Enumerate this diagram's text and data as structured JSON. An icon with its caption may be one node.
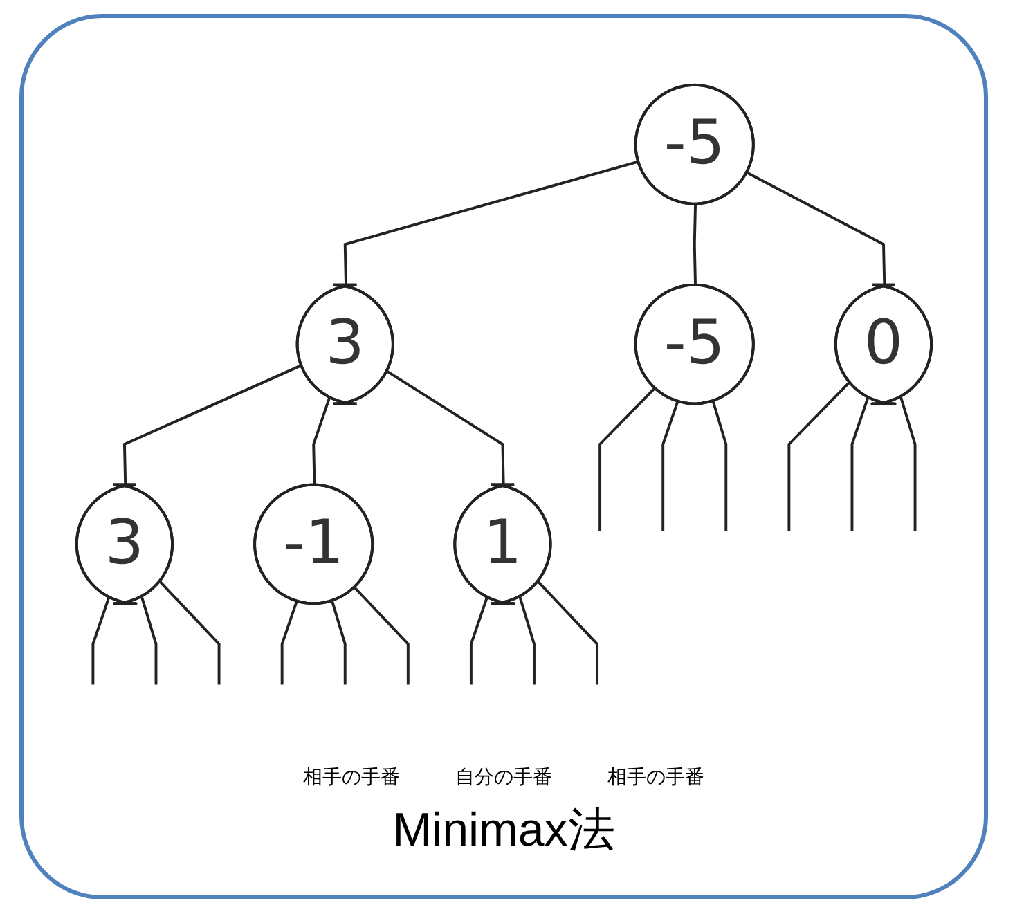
{
  "diagram": {
    "caption": "Minimax法",
    "nodes": [
      {
        "text": [
          "-5"
        ]
      },
      {
        "text": [
          "3"
        ]
      },
      {
        "text": [
          "-5"
        ]
      },
      {
        "text": [
          "0"
        ]
      },
      {
        "text": [
          "3"
        ]
      },
      {
        "text": [
          "-1"
        ]
      },
      {
        "text": [
          "1"
        ]
      }
    ],
    "edges": [
      {
        "from": 0,
        "to": 1,
        "arrow": "none"
      },
      {
        "from": 0,
        "to": 2,
        "arrow": "none"
      },
      {
        "from": 0,
        "to": 3,
        "arrow": "none"
      },
      {
        "from": 1,
        "to": 4,
        "arrow": "none"
      },
      {
        "from": 1,
        "to": 5,
        "arrow": "none"
      },
      {
        "from": 1,
        "to": 6,
        "arrow": "none"
      },
      {
        "from": 2,
        "to": null,
        "arrow": "none"
      },
      {
        "from": 2,
        "to": null,
        "arrow": "none"
      },
      {
        "from": 2,
        "to": null,
        "arrow": "none"
      },
      {
        "from": 3,
        "to": null,
        "arrow": "none"
      },
      {
        "from": 3,
        "to": null,
        "arrow": "none"
      },
      {
        "from": 3,
        "to": null,
        "arrow": "none"
      },
      {
        "from": 4,
        "to": null,
        "arrow": "none"
      },
      {
        "from": 4,
        "to": null,
        "arrow": "none"
      },
      {
        "from": 4,
        "to": null,
        "arrow": "none"
      },
      {
        "from": 5,
        "to": null,
        "arrow": "none"
      },
      {
        "from": 5,
        "to": null,
        "arrow": "none"
      },
      {
        "from": 5,
        "to": null,
        "arrow": "none"
      },
      {
        "from": 6,
        "to": null,
        "arrow": "none"
      },
      {
        "from": 6,
        "to": null,
        "arrow": "none"
      },
      {
        "from": 6,
        "to": null,
        "arrow": "none"
      }
    ],
    "labels": [
      "相手の手番",
      "自分の手番",
      "相手の手番"
    ]
  }
}
